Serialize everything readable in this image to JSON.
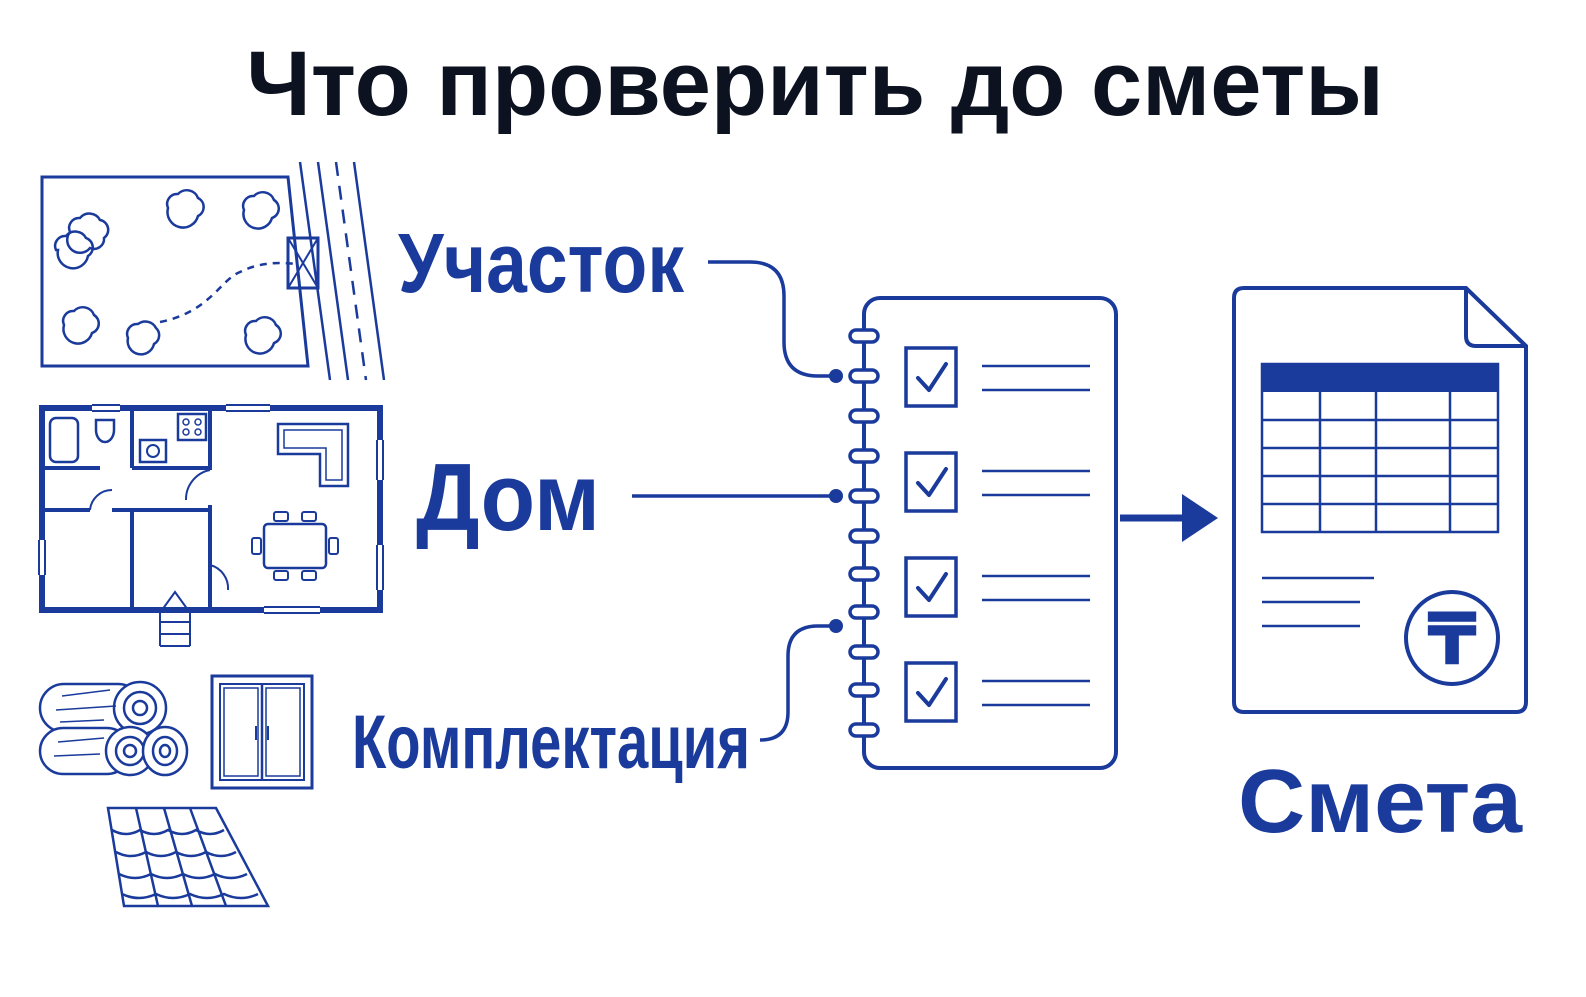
{
  "title": "Что проверить до сметы",
  "labels": {
    "plot": "Участок",
    "house": "Дом",
    "equipment": "Комплектация",
    "estimate": "Смета"
  },
  "colors": {
    "title": "#0d1220",
    "accent": "#1a3a9c",
    "background": "#ffffff"
  },
  "icons": {
    "plot": "site-plan-icon",
    "house": "floor-plan-icon",
    "logs": "logs-icon",
    "window": "window-icon",
    "roof": "roof-tiles-icon",
    "checklist": "checklist-icon",
    "arrow": "arrow-right-icon",
    "document": "estimate-document-icon",
    "currency": "tenge-icon"
  },
  "currency_symbol": "₸",
  "checklist": {
    "items": [
      {
        "checked": true
      },
      {
        "checked": true
      },
      {
        "checked": true
      },
      {
        "checked": true
      }
    ]
  }
}
